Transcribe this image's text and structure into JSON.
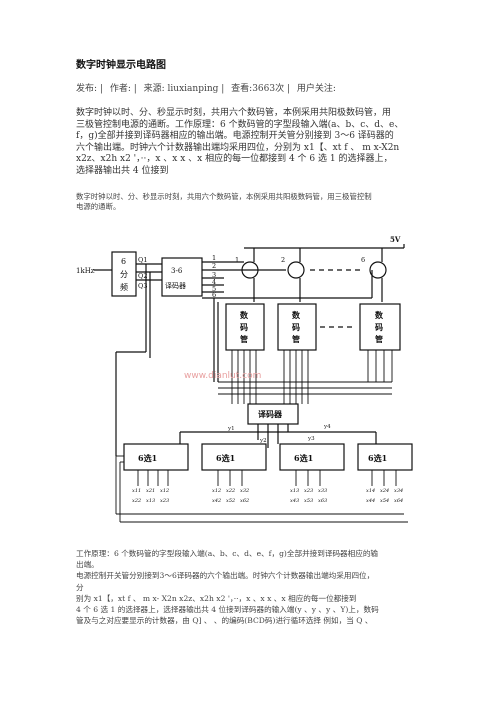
{
  "article": {
    "title": "数字时钟显示电路图",
    "meta": {
      "publish": "发布: |",
      "author": "作者: |",
      "source": "来源: liuxianping |",
      "views": "查看:3663次 |",
      "follow": "用户关注:"
    },
    "para1": [
      "数字时钟以时、分、秒显示时刻，共用六个数码管，本例采用共阳极数码管，用",
      "三极管控制电源的通断。工作原理：6 个数码管的字型段输入端(a、b、c、d、e、",
      "f，g)全部并接到译码器相应的输出端。电源控制开关管分别接到 3～6 译码器的",
      "六个输出端。时钟六个计数器输出端均采用四位，分别为 x1【、xt f 、 m x-X2n",
      "x2z、x2h x2 '，··，x 、x x 、x 相应的每一位都接到 4 个 6 选 1 的选择器上，",
      "选择器输出共 4 位接到"
    ],
    "para2": [
      "数字时钟以时、分、秒显示时刻，共用六个数码管，本例采用共阳极数码管，用三极管控制",
      "电源的通断。"
    ],
    "para3": [
      "工作原理：6 个数码管的字型段输入端(a、b、c、d、e、f，g)全部并接到译码器相应的输",
      "出端。",
      "电源控制开关管分别接到3～6译码器的六个输出端。时钟六个计数器输出端均采用四位，",
      "分",
      "别为 x1【，xt f 、 m x- X2n x2z、x2h x2 '，··，x 、x x 、x 相应的每一位都接到",
      "4 个 6 选 1 的选择器上，选择器输出共 4 位接到译码器的输入端(y 、y 、y 、Y)上，数码",
      "管及与之对应要显示的计数器，由 Q] 、 、的编码(BCD码)进行循环选择 例如，当 Q 、"
    ]
  },
  "diagram": {
    "input_label": "1kHz",
    "divider_label": [
      "6",
      "分",
      "频"
    ],
    "q_labels": [
      "Q1",
      "Q2",
      "Q3"
    ],
    "decoder_top": [
      "3-6",
      "译码器"
    ],
    "output_nums": [
      "1",
      "2",
      "3",
      "4",
      "5",
      "6"
    ],
    "transistor_nums": [
      "1",
      "2",
      "6"
    ],
    "supply": "5V",
    "digit_label": [
      "数",
      "码",
      "管"
    ],
    "watermark": "www.dianlut.com",
    "decoder_mid": "译码器",
    "y_labels": [
      "y1",
      "y2",
      "y3",
      "y4"
    ],
    "mux_label": "6选1",
    "mux_inputs": [
      [
        "x11",
        "x21",
        "x12",
        "x22",
        "x13",
        "x23"
      ],
      [
        "x12",
        "x22",
        "x32",
        "x42",
        "x52",
        "x62"
      ],
      [
        "x13",
        "x23",
        "x33",
        "x43",
        "x53",
        "x63"
      ],
      [
        "x14",
        "x24",
        "x34",
        "x44",
        "x54",
        "x64"
      ]
    ]
  }
}
